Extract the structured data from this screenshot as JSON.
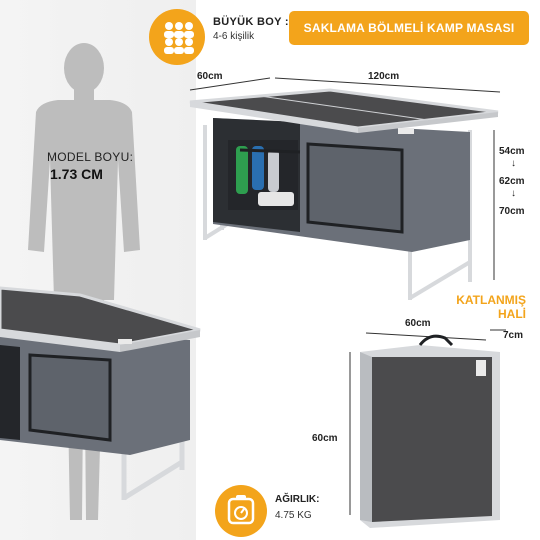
{
  "header": {
    "size_title": "BÜYÜK BOY :",
    "size_subtitle": "4-6 kişilik",
    "product_title": "SAKLAMA BÖLMELİ KAMP MASASI"
  },
  "dimensions": {
    "depth": "60cm",
    "width": "120cm",
    "height_low": "54cm",
    "height_mid": "62cm",
    "height_high": "70cm",
    "arrow": "↓"
  },
  "model": {
    "label": "MODEL BOYU:",
    "height": "1.73 CM"
  },
  "folded": {
    "title_line1": "KATLANMIŞ",
    "title_line2": "HALİ",
    "width": "60cm",
    "thickness": "7cm",
    "height": "60cm"
  },
  "weight": {
    "label": "AĞIRLIK:",
    "value": "4.75 KG"
  },
  "colors": {
    "accent": "#f3a41b",
    "tabletop": "#4b4b4d",
    "cabinet": "#6b7079",
    "frame": "#d7d9dc"
  }
}
